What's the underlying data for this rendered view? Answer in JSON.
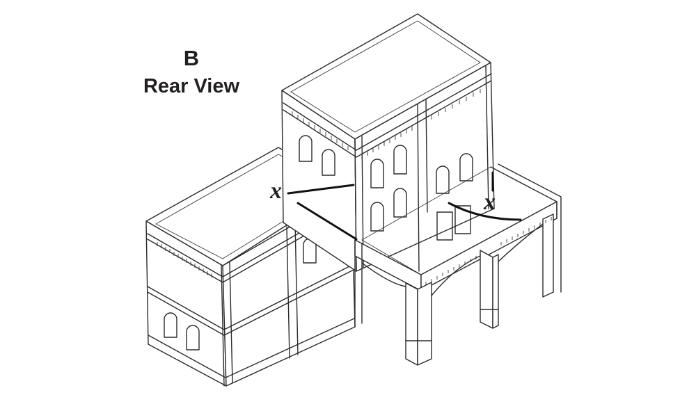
{
  "heading": {
    "letter": "B",
    "view": "Rear View"
  },
  "callouts": [
    {
      "label": "x"
    },
    {
      "label": "x"
    }
  ]
}
